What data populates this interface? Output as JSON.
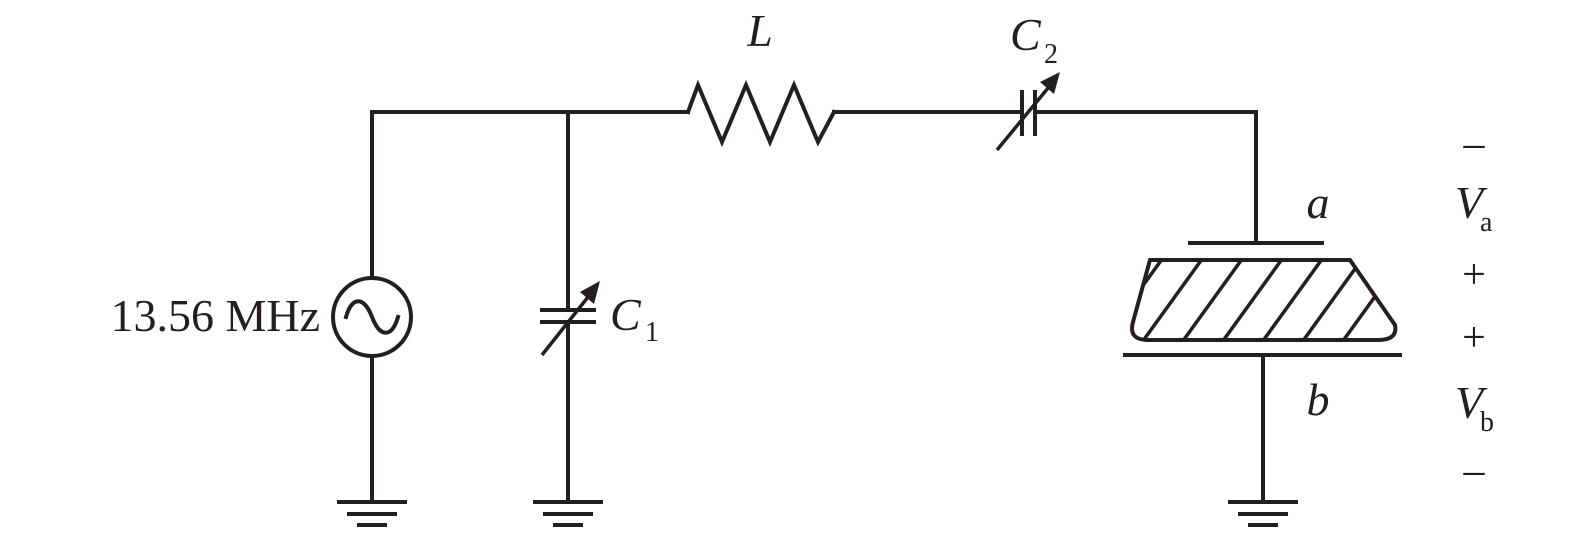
{
  "source": {
    "label": "13.56 MHz"
  },
  "inductor": {
    "label": "L"
  },
  "capacitor1": {
    "label": "C",
    "subscript": "1"
  },
  "capacitor2": {
    "label": "C",
    "subscript": "2"
  },
  "electrode_a": {
    "label": "a"
  },
  "electrode_b": {
    "label": "b"
  },
  "voltage_a": {
    "label": "V",
    "subscript": "a",
    "top_sign": "–",
    "bottom_sign": "+"
  },
  "voltage_b": {
    "label": "V",
    "subscript": "b",
    "top_sign": "+",
    "bottom_sign": "–"
  },
  "colors": {
    "ink": "#231f20",
    "background": "#ffffff"
  }
}
